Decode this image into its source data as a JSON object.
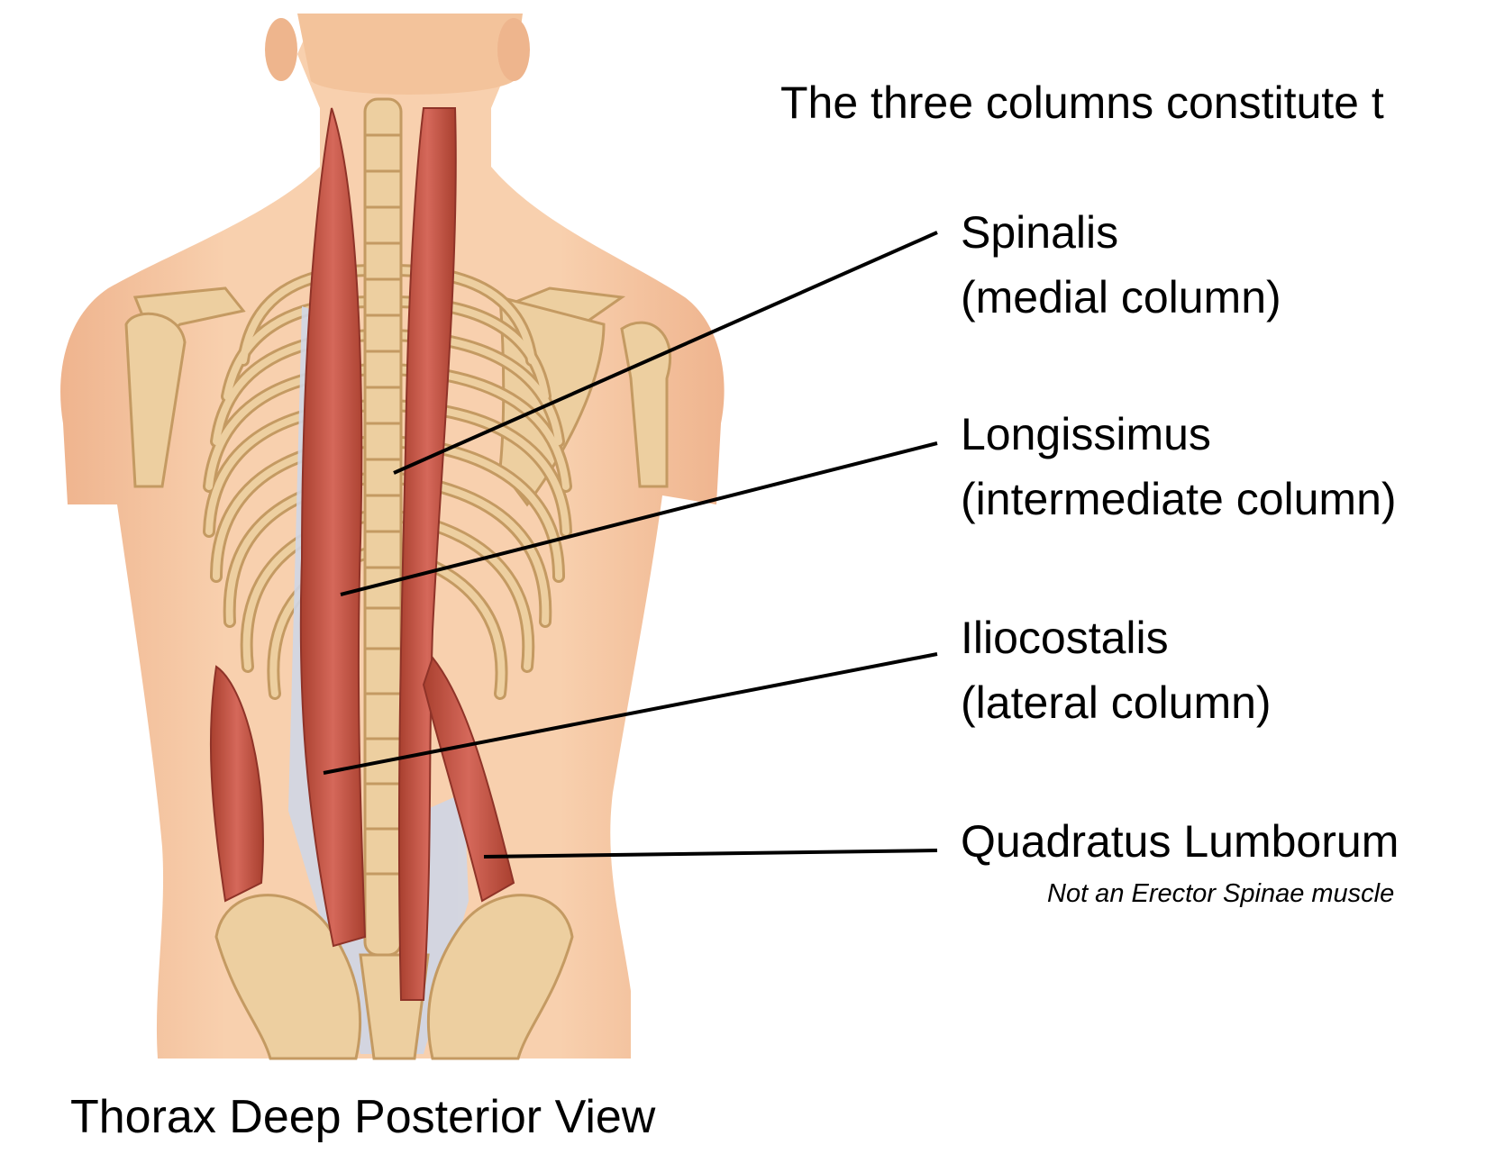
{
  "heading": "The three columns constitute t",
  "labels": [
    {
      "name": "Spinalis",
      "sub": "(medial column)"
    },
    {
      "name": "Longissimus",
      "sub": "(intermediate column)"
    },
    {
      "name": "Iliocostalis",
      "sub": "(lateral column)"
    },
    {
      "name": "Quadratus Lumborum",
      "sub": ""
    }
  ],
  "note": "Not an Erector Spinae muscle",
  "caption": "Thorax Deep Posterior View",
  "colors": {
    "skin": "#f6c9a4",
    "skin_shadow": "#e9a982",
    "bone": "#edcfa0",
    "bone_edge": "#c49a62",
    "muscle": "#c9594a",
    "muscle_dark": "#a53d33",
    "tendon": "#cfd6e6",
    "leader_line": "#000000"
  }
}
